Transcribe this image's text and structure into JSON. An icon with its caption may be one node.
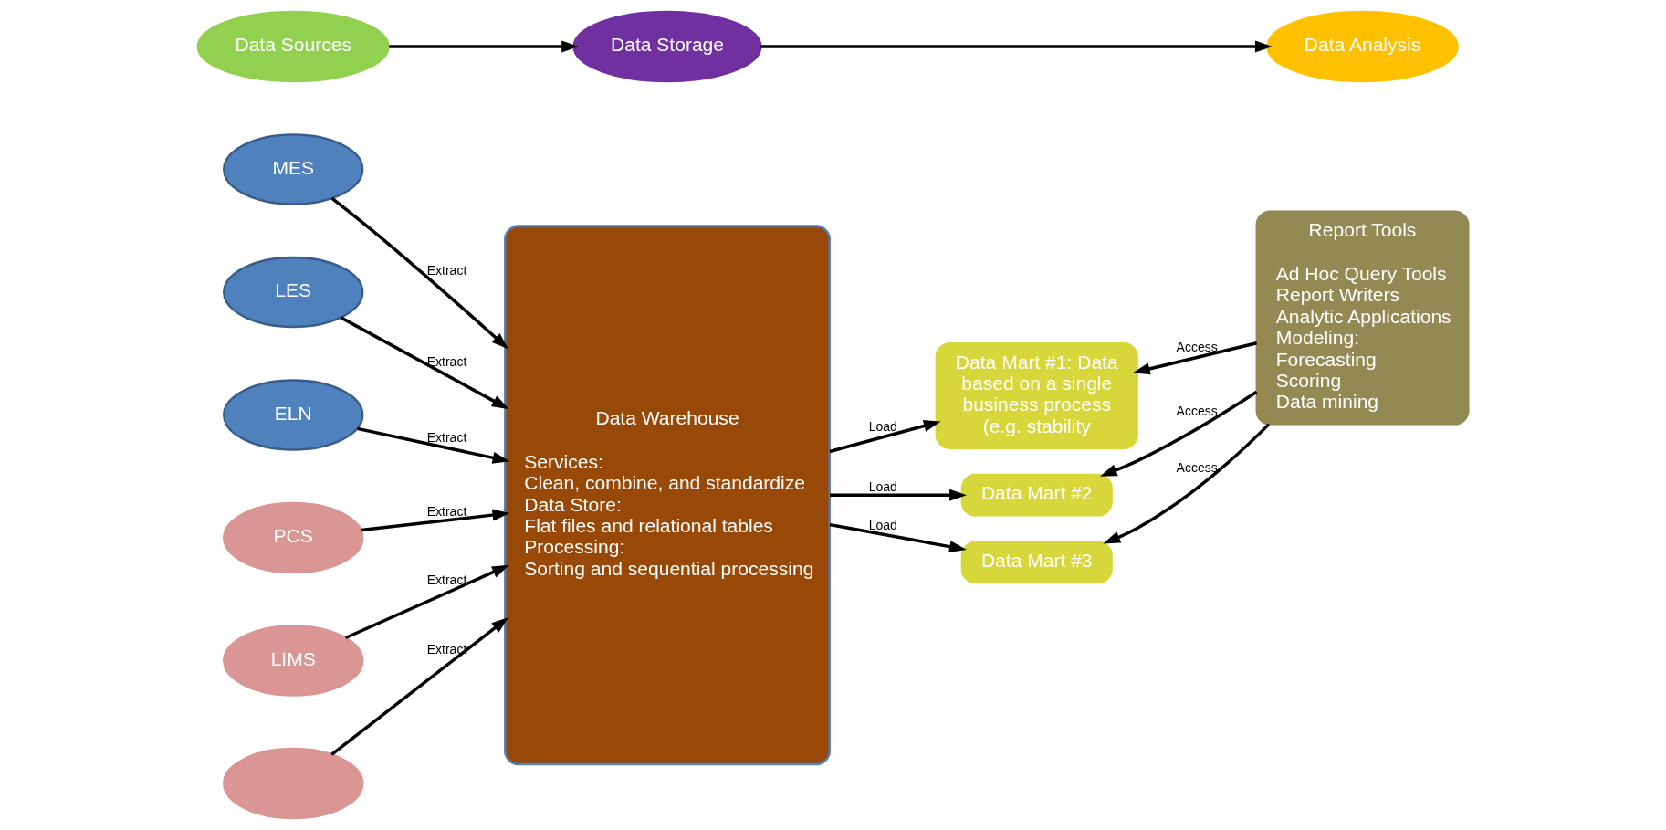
{
  "diagram": {
    "nodes": [
      {
        "text": [
          "Data Sources"
        ]
      },
      {
        "text": [
          "Data Storage"
        ]
      },
      {
        "text": [
          "Data Analysis"
        ]
      },
      {
        "text": [
          "MES"
        ]
      },
      {
        "text": [
          "LES"
        ]
      },
      {
        "text": [
          "ELN"
        ]
      },
      {
        "text": [
          "PCS"
        ]
      },
      {
        "text": [
          "LIMS"
        ]
      },
      {
        "text": [],
        "shape": "ellipse"
      },
      {
        "text": [
          "Data Warehouse",
          "Services:",
          "Clean, combine, and standardize",
          "Data Store:",
          "Flat files and relational tables",
          "Processing:",
          "Sorting and sequential processing"
        ]
      },
      {
        "text": [
          "Data Mart #1: Data based on a single business process (e.g. stability"
        ]
      },
      {
        "text": [
          "Data Mart #2"
        ]
      },
      {
        "text": [
          "Data Mart #3"
        ]
      },
      {
        "text": [
          "Report Tools",
          "Ad Hoc Query Tools",
          "Report Writers",
          "Analytic Applications",
          "Modeling:",
          "Forecasting",
          "Scoring",
          "Data mining"
        ]
      }
    ],
    "edges": [
      {
        "from": 0,
        "to": 1,
        "arrow": "to"
      },
      {
        "from": 1,
        "to": 2,
        "arrow": "to"
      },
      {
        "from": 3,
        "to": 9,
        "arrow": "to",
        "label": "Extract"
      },
      {
        "from": 4,
        "to": 9,
        "arrow": "to",
        "label": "Extract"
      },
      {
        "from": 5,
        "to": 9,
        "arrow": "to",
        "label": "Extract"
      },
      {
        "from": 6,
        "to": 9,
        "arrow": "to",
        "label": "Extract"
      },
      {
        "from": 7,
        "to": 9,
        "arrow": "to",
        "label": "Extract"
      },
      {
        "from": 8,
        "to": 9,
        "arrow": "to",
        "label": "Extract"
      },
      {
        "from": 9,
        "to": 10,
        "arrow": "to",
        "label": "Load"
      },
      {
        "from": 9,
        "to": 11,
        "arrow": "to",
        "label": "Load"
      },
      {
        "from": 9,
        "to": 12,
        "arrow": "to",
        "label": "Load"
      },
      {
        "from": 13,
        "to": 10,
        "arrow": "to",
        "label": "Access"
      },
      {
        "from": 13,
        "to": 11,
        "arrow": "to",
        "label": "Access"
      },
      {
        "from": 13,
        "to": 12,
        "arrow": "to",
        "label": "Access"
      }
    ]
  }
}
